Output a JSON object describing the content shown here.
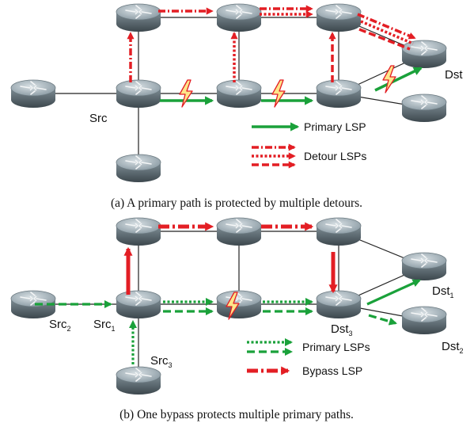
{
  "panel_a": {
    "labels": {
      "src": "Src",
      "dst": "Dst"
    },
    "legend": {
      "primary": "Primary LSP",
      "detour": "Detour LSPs"
    },
    "caption": "(a)  A primary path is protected by multiple detours."
  },
  "panel_b": {
    "labels": {
      "src1": "Src",
      "src1_sub": "1",
      "src2": "Src",
      "src2_sub": "2",
      "src3": "Src",
      "src3_sub": "3",
      "dst1": "Dst",
      "dst1_sub": "1",
      "dst2": "Dst",
      "dst2_sub": "2",
      "dst3": "Dst",
      "dst3_sub": "3"
    },
    "legend": {
      "primary": "Primary LSPs",
      "bypass": "Bypass LSP"
    },
    "caption": "(b)  One bypass protects multiple primary paths."
  },
  "icons": [
    "router-icon",
    "link-failure-icon"
  ],
  "colors": {
    "primary": "#1aa13a",
    "protection": "#e31e24",
    "link": "#222222",
    "router": "#8a9aa3"
  }
}
